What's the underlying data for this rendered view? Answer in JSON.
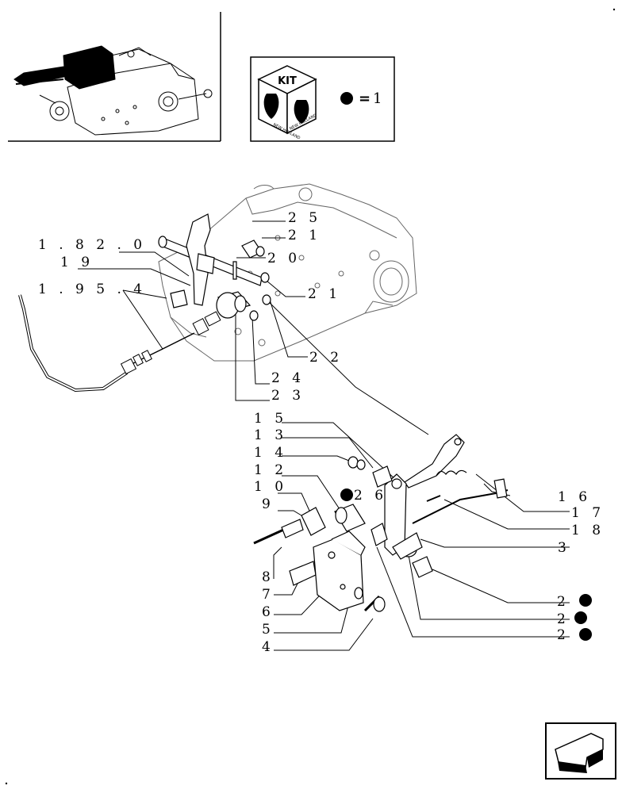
{
  "kit_box": {
    "cube_label": "KIT",
    "cube_side_text": "NEW HOLLAND",
    "equals_sign": "=",
    "equals_value": "1"
  },
  "callouts": [
    {
      "id": "182.0",
      "text": "1 . 8 2 . 0"
    },
    {
      "id": "19",
      "text": "1 9"
    },
    {
      "id": "195.4",
      "text": "1 . 9 5 . 4"
    },
    {
      "id": "25",
      "text": "2 5"
    },
    {
      "id": "21a",
      "text": "2 1"
    },
    {
      "id": "20",
      "text": "2 0"
    },
    {
      "id": "21b",
      "text": "2 1"
    },
    {
      "id": "22",
      "text": "2 2"
    },
    {
      "id": "24",
      "text": "2 4"
    },
    {
      "id": "23",
      "text": "2 3"
    },
    {
      "id": "15",
      "text": "1 5"
    },
    {
      "id": "13",
      "text": "1 3"
    },
    {
      "id": "14",
      "text": "1 4"
    },
    {
      "id": "12",
      "text": "1 2"
    },
    {
      "id": "10",
      "text": "1 0"
    },
    {
      "id": "9",
      "text": "9"
    },
    {
      "id": "8",
      "text": "8"
    },
    {
      "id": "7",
      "text": "7"
    },
    {
      "id": "6",
      "text": "6"
    },
    {
      "id": "5",
      "text": "5"
    },
    {
      "id": "4",
      "text": "4"
    },
    {
      "id": "26",
      "text": "2 6"
    },
    {
      "id": "16",
      "text": "1 6"
    },
    {
      "id": "17",
      "text": "1 7"
    },
    {
      "id": "18",
      "text": "1 8"
    },
    {
      "id": "3",
      "text": "3"
    },
    {
      "id": "2a",
      "text": "2"
    },
    {
      "id": "2b",
      "text": "2"
    },
    {
      "id": "2c",
      "text": "2"
    }
  ]
}
